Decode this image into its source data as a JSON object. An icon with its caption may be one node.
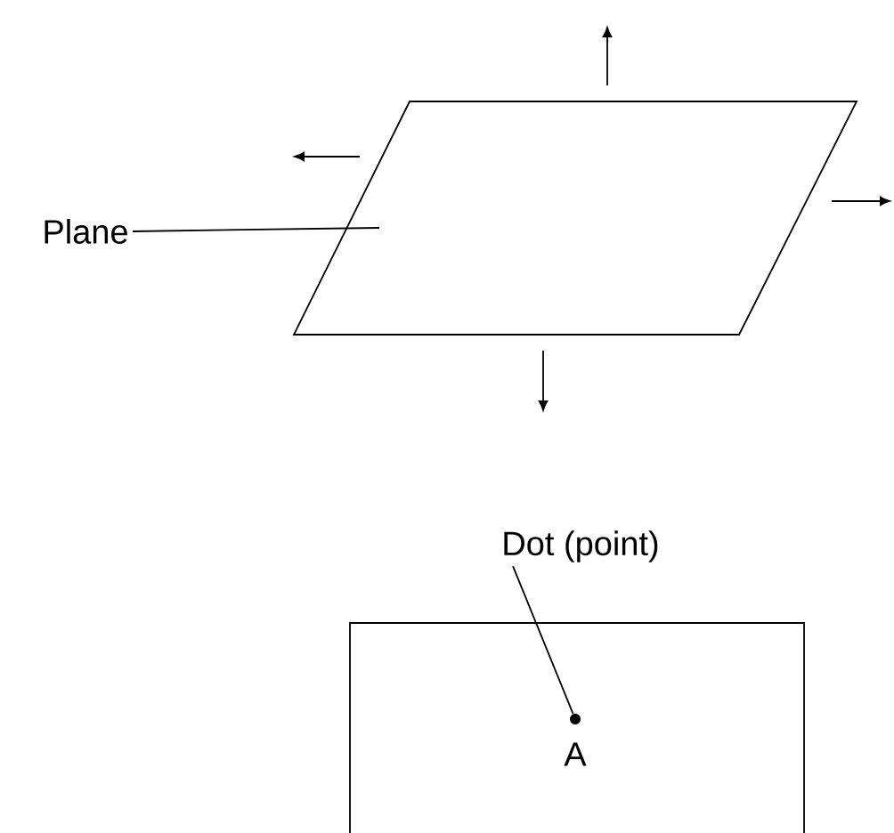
{
  "diagram": {
    "nodes": [
      {
        "text": [
          "Plane"
        ]
      },
      {
        "text": [],
        "shape": "parallelogram"
      },
      {
        "text": [
          "Dot (point)"
        ]
      },
      {
        "text": [],
        "shape": "box"
      },
      {
        "text": [],
        "shape": "circle",
        "in": 3,
        "beside": [
          "A"
        ]
      }
    ],
    "edges": [
      {
        "from": 0,
        "to": 1,
        "arrow": "none"
      },
      {
        "from": 2,
        "to": 4,
        "arrow": "none"
      }
    ]
  }
}
